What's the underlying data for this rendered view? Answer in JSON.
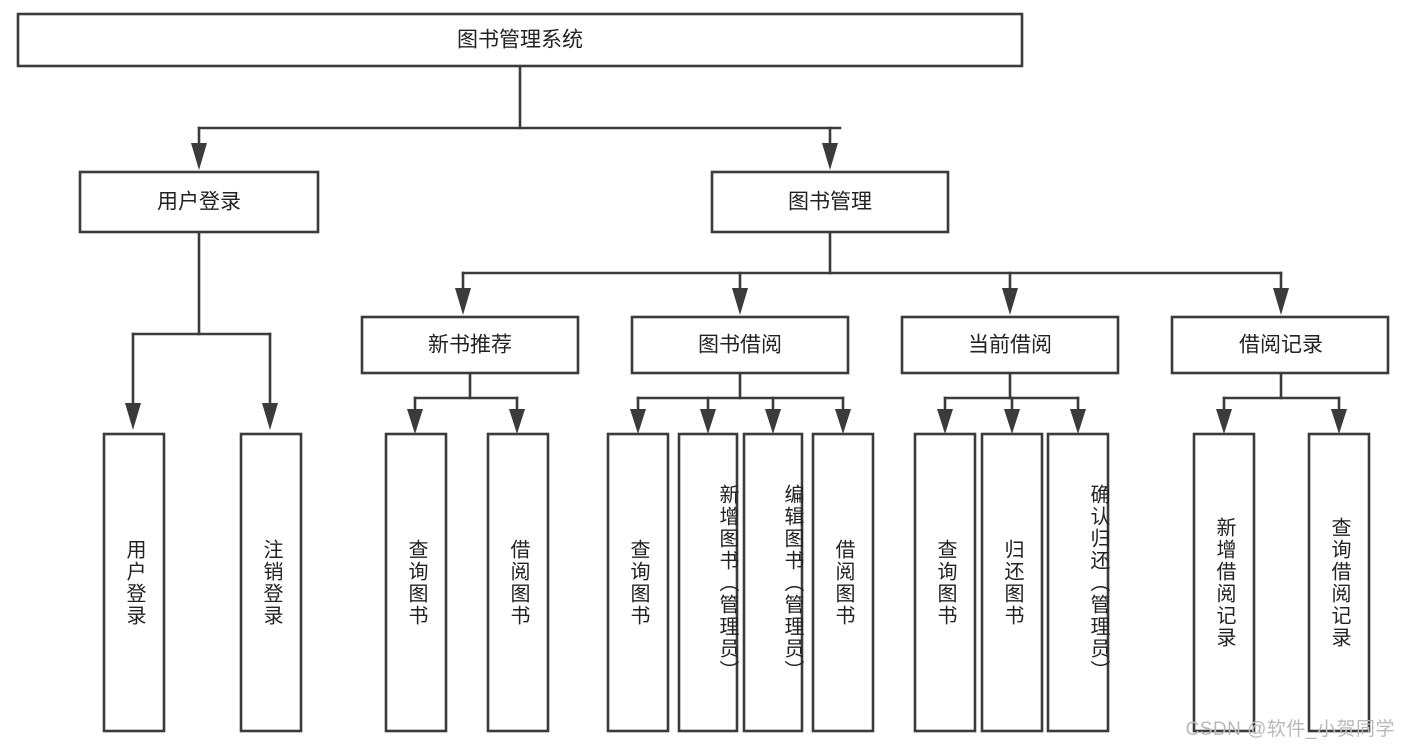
{
  "diagram": {
    "type": "hierarchy-tree",
    "title": "图书管理系统",
    "watermark": "CSDN @软件_小贺同学",
    "colors": {
      "background": "#ffffff",
      "stroke": "#3b3b3b",
      "box_fill": "#ffffff",
      "text": "#222222",
      "watermark": "#b9b9b9"
    },
    "levels": {
      "root": {
        "label": "图书管理系统"
      },
      "level2": [
        {
          "id": "user-login",
          "label": "用户登录"
        },
        {
          "id": "book-management",
          "label": "图书管理"
        }
      ],
      "level3": [
        {
          "id": "new-book-recommend",
          "label": "新书推荐",
          "parent": "book-management"
        },
        {
          "id": "book-borrow",
          "label": "图书借阅",
          "parent": "book-management"
        },
        {
          "id": "current-borrow",
          "label": "当前借阅",
          "parent": "book-management"
        },
        {
          "id": "borrow-record",
          "label": "借阅记录",
          "parent": "book-management"
        }
      ],
      "leaves": [
        {
          "id": "leaf-user-login",
          "label": "用户登录",
          "parent": "user-login"
        },
        {
          "id": "leaf-logout",
          "label": "注销登录",
          "parent": "user-login"
        },
        {
          "id": "leaf-query-book-1",
          "label": "查询图书",
          "parent": "new-book-recommend"
        },
        {
          "id": "leaf-borrow-book-1",
          "label": "借阅图书",
          "parent": "new-book-recommend"
        },
        {
          "id": "leaf-query-book-2",
          "label": "查询图书",
          "parent": "book-borrow"
        },
        {
          "id": "leaf-add-book",
          "label": "新增图书（管理员）",
          "parent": "book-borrow"
        },
        {
          "id": "leaf-edit-book",
          "label": "编辑图书（管理员）",
          "parent": "book-borrow"
        },
        {
          "id": "leaf-borrow-book-2",
          "label": "借阅图书",
          "parent": "book-borrow"
        },
        {
          "id": "leaf-query-book-3",
          "label": "查询图书",
          "parent": "current-borrow"
        },
        {
          "id": "leaf-return-book",
          "label": "归还图书",
          "parent": "current-borrow"
        },
        {
          "id": "leaf-confirm-return",
          "label": "确认归还（管理员）",
          "parent": "current-borrow"
        },
        {
          "id": "leaf-add-record",
          "label": "新增借阅记录",
          "parent": "borrow-record"
        },
        {
          "id": "leaf-query-record",
          "label": "查询借阅记录",
          "parent": "borrow-record"
        }
      ]
    }
  }
}
